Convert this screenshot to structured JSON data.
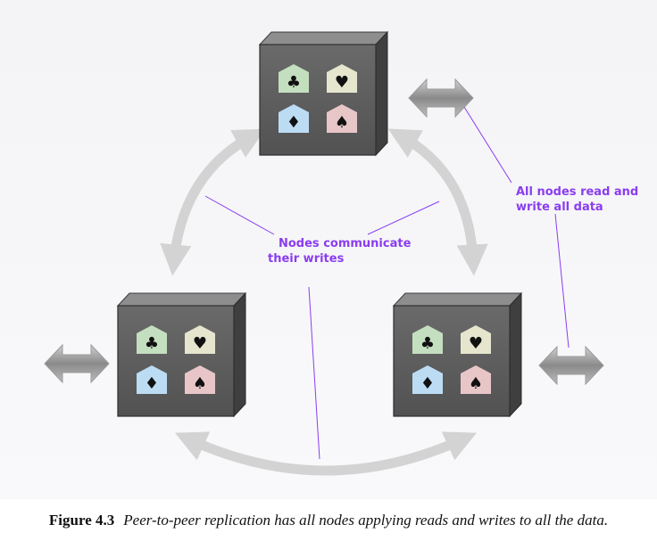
{
  "annotations": {
    "communicate": [
      "Nodes communicate",
      "their writes"
    ],
    "read_write": [
      "All nodes read and",
      "write all data"
    ]
  },
  "suits": {
    "clubs": {
      "symbol": "♣",
      "bg": "#c4dfbf"
    },
    "hearts": {
      "symbol": "♥",
      "bg": "#e6e6cf"
    },
    "diamonds": {
      "symbol": "♦",
      "bg": "#bcdcf4"
    },
    "spades": {
      "symbol": "♠",
      "bg": "#e8c6c8"
    }
  },
  "colors": {
    "callout": "#8a3df0",
    "node_face": "#5c5c5c",
    "arrow": "#d3d3d3"
  },
  "caption": {
    "label": "Figure 4.3",
    "text": "Peer-to-peer replication has all nodes applying reads and writes to all the data."
  }
}
